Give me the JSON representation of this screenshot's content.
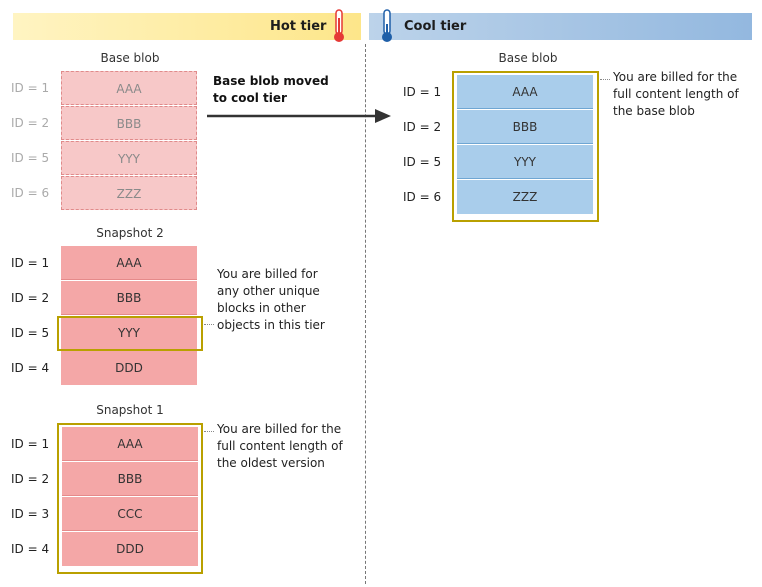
{
  "tiers": {
    "hot": {
      "label": "Hot tier",
      "color": "#fde68a",
      "thermometer_color": "#e53935"
    },
    "cool": {
      "label": "Cool tier",
      "color": "#93b8df",
      "thermometer_color": "#1f5fa8"
    }
  },
  "move_label_line1": "Base blob moved",
  "move_label_line2": "to cool tier",
  "hot_base_blob": {
    "title": "Base blob",
    "rows": [
      {
        "id": "ID = 1",
        "value": "AAA"
      },
      {
        "id": "ID = 2",
        "value": "BBB"
      },
      {
        "id": "ID = 5",
        "value": "YYY"
      },
      {
        "id": "ID = 6",
        "value": "ZZZ"
      }
    ]
  },
  "snapshot2": {
    "title": "Snapshot 2",
    "rows": [
      {
        "id": "ID = 1",
        "value": "AAA"
      },
      {
        "id": "ID = 2",
        "value": "BBB"
      },
      {
        "id": "ID = 5",
        "value": "YYY"
      },
      {
        "id": "ID = 4",
        "value": "DDD"
      }
    ],
    "note": [
      "You are billed for",
      "any other unique",
      "blocks in other",
      "objects in this tier"
    ]
  },
  "snapshot1": {
    "title": "Snapshot 1",
    "rows": [
      {
        "id": "ID = 1",
        "value": "AAA"
      },
      {
        "id": "ID = 2",
        "value": "BBB"
      },
      {
        "id": "ID = 3",
        "value": "CCC"
      },
      {
        "id": "ID = 4",
        "value": "DDD"
      }
    ],
    "note": [
      "You are billed for the",
      "full content length of",
      "the oldest version"
    ]
  },
  "cool_base_blob": {
    "title": "Base blob",
    "rows": [
      {
        "id": "ID = 1",
        "value": "AAA"
      },
      {
        "id": "ID = 2",
        "value": "BBB"
      },
      {
        "id": "ID = 5",
        "value": "YYY"
      },
      {
        "id": "ID = 6",
        "value": "ZZZ"
      }
    ],
    "note": [
      "You are billed for the",
      "full content length of",
      "the base blob"
    ]
  }
}
